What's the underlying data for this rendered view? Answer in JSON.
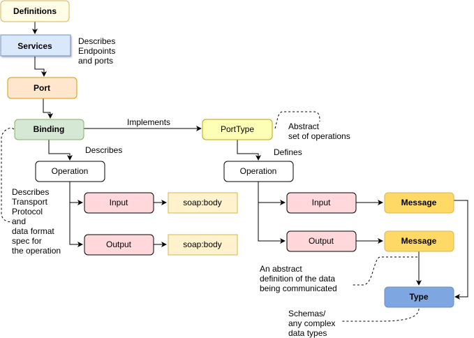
{
  "nodes": {
    "definitions": {
      "label": "Definitions",
      "fill": "#fffde6",
      "stroke": "#d6b656"
    },
    "services": {
      "label": "Services",
      "fill": "#dae8fc",
      "stroke": "#6c8ebf"
    },
    "port": {
      "label": "Port",
      "fill": "#ffe6cc",
      "stroke": "#d79b00"
    },
    "binding": {
      "label": "Binding",
      "fill": "#d5e8d4",
      "stroke": "#82b366"
    },
    "porttype": {
      "label": "PortType",
      "fill": "#fcffb5",
      "stroke": "#c5a000"
    },
    "operation_left": {
      "label": "Operation",
      "fill": "#ffffff",
      "stroke": "#000000"
    },
    "operation_right": {
      "label": "Operation",
      "fill": "#ffffff",
      "stroke": "#000000"
    },
    "input_left": {
      "label": "Input",
      "fill": "#ffd8dc",
      "stroke": "#000000"
    },
    "output_left": {
      "label": "Output",
      "fill": "#ffd8dc",
      "stroke": "#000000"
    },
    "soapbody_1": {
      "label": "soap:body",
      "fill": "#fff2cc",
      "stroke": "#d6b656"
    },
    "soapbody_2": {
      "label": "soap:body",
      "fill": "#fff2cc",
      "stroke": "#d6b656"
    },
    "input_right": {
      "label": "Input",
      "fill": "#ffd8dc",
      "stroke": "#000000"
    },
    "output_right": {
      "label": "Output",
      "fill": "#ffd8dc",
      "stroke": "#000000"
    },
    "message_1": {
      "label": "Message",
      "fill": "#ffd966",
      "stroke": "#d6b656"
    },
    "message_2": {
      "label": "Message",
      "fill": "#ffd966",
      "stroke": "#d6b656"
    },
    "type": {
      "label": "Type",
      "fill": "#7ea6e0",
      "stroke": "#6c8ebf"
    }
  },
  "labels": {
    "describes_endpoints": [
      "Describes",
      "Endpoints",
      "and ports"
    ],
    "implements": "Implements",
    "abstract_ops": [
      "Abstract",
      "set of operations"
    ],
    "describes": "Describes",
    "defines": "Defines",
    "describes_transport": [
      "Describes",
      "Transport",
      "Protocol",
      "and",
      "data format",
      "spec for",
      "the operation"
    ],
    "abstract_data": [
      "An abstract",
      "definition of the data",
      "being communicated"
    ],
    "schemas": [
      "Schemas/",
      "any complex",
      "data types"
    ]
  }
}
